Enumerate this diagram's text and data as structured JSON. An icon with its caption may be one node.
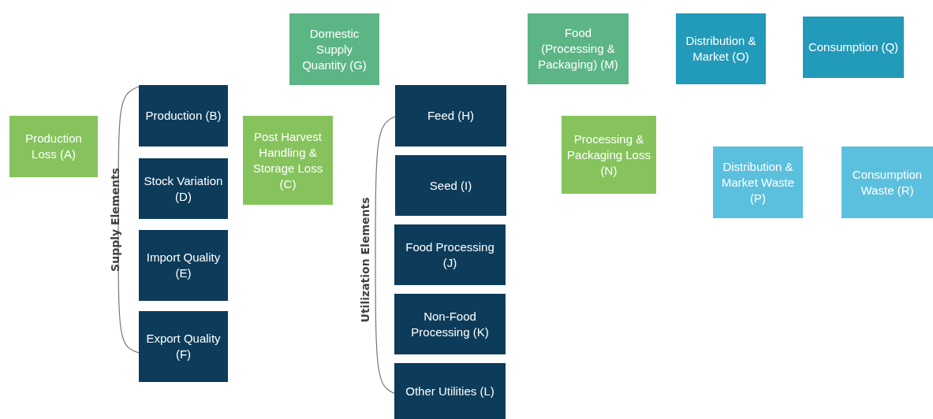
{
  "diagram": {
    "nodes": [
      {
        "text": [
          "Production Loss (A)"
        ]
      },
      {
        "text": [
          "Production (B)"
        ]
      },
      {
        "text": [
          "Post Harvest Handling & Storage Loss (C)"
        ]
      },
      {
        "text": [
          "Stock Variation (D)"
        ]
      },
      {
        "text": [
          "Import Quality (E)"
        ]
      },
      {
        "text": [
          "Export Quality (F)"
        ]
      },
      {
        "text": [
          "Domestic Supply Quantity (G)"
        ]
      },
      {
        "text": [
          "Feed (H)"
        ]
      },
      {
        "text": [
          "Seed (I)"
        ]
      },
      {
        "text": [
          "Food Processing (J)"
        ]
      },
      {
        "text": [
          "Non-Food Processing (K)"
        ]
      },
      {
        "text": [
          "Other Utilities (L)"
        ]
      },
      {
        "text": [
          "Food (Processing & Packaging) (M)"
        ]
      },
      {
        "text": [
          "Processing & Packaging Loss (N)"
        ]
      },
      {
        "text": [
          "Distribution & Market (O)"
        ]
      },
      {
        "text": [
          "Distribution & Market Waste (P)"
        ]
      },
      {
        "text": [
          "Consumption (Q)"
        ]
      },
      {
        "text": [
          "Consumption Waste (R)"
        ]
      }
    ],
    "edges": [],
    "labels": [
      "Supply Elements",
      "Utilization Elements"
    ]
  }
}
